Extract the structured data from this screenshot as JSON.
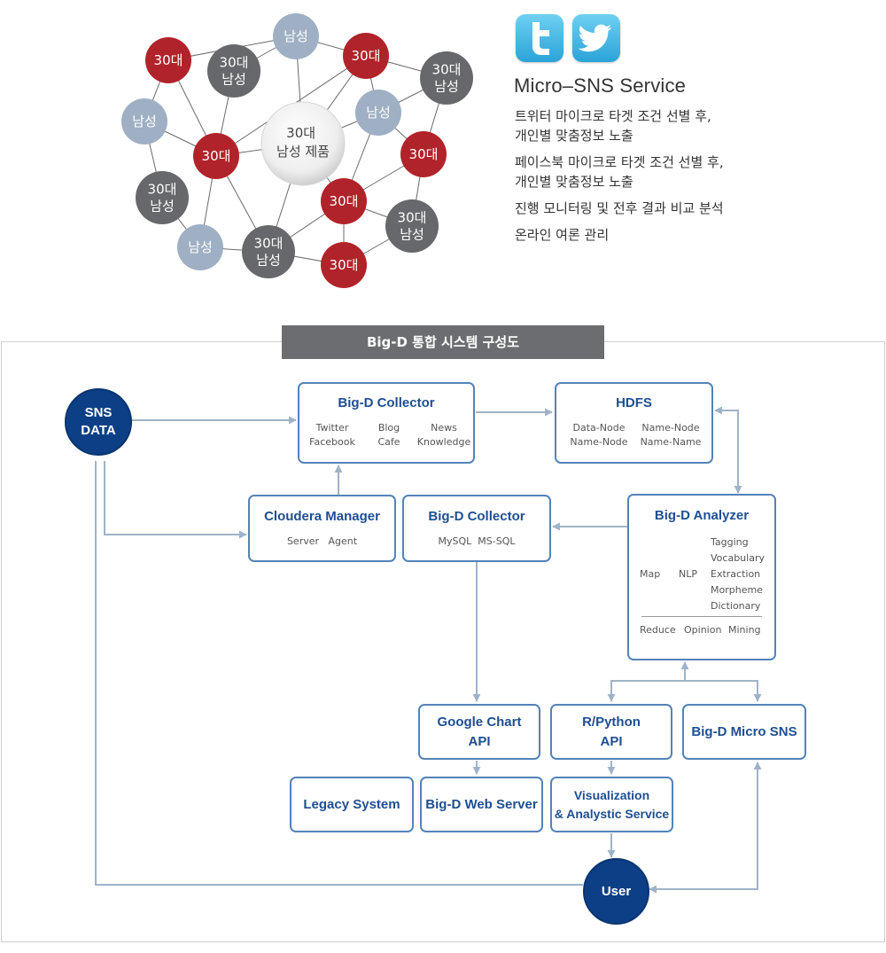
{
  "network": {
    "center_label": "30대\n남성 제품",
    "nodes": [
      {
        "kind": "red",
        "label": "30대"
      },
      {
        "kind": "dark",
        "label": "30대\n남성"
      },
      {
        "kind": "light",
        "label": "남성"
      },
      {
        "kind": "red",
        "label": "30대"
      },
      {
        "kind": "dark",
        "label": "30대\n남성"
      },
      {
        "kind": "light",
        "label": "남성"
      },
      {
        "kind": "light",
        "label": "남성"
      },
      {
        "kind": "red",
        "label": "30대"
      },
      {
        "kind": "red",
        "label": "30대"
      },
      {
        "kind": "dark",
        "label": "30대\n남성"
      },
      {
        "kind": "red",
        "label": "30대"
      },
      {
        "kind": "dark",
        "label": "30대\n남성"
      },
      {
        "kind": "light",
        "label": "남성"
      },
      {
        "kind": "dark",
        "label": "30대\n남성"
      },
      {
        "kind": "red",
        "label": "30대"
      }
    ],
    "colors": {
      "red": "#b1232a",
      "dark": "#66686b",
      "light": "#9fb0c4"
    }
  },
  "sns_service": {
    "icons": [
      "twitter-t-icon",
      "twitter-bird-icon"
    ],
    "title": "Micro–SNS Service",
    "items": [
      "트위터 마이크로 타겟 조건 선별 후,\n개인별 맞춤정보 노출",
      "페이스북 마이크로 타겟 조건 선별 후,\n개인별 맞춤정보 노출",
      "진행 모니터링 및 전후 결과 비교 분석",
      "온라인 여론 관리"
    ]
  },
  "architecture": {
    "banner": "Big-D 통합 시스템 구성도",
    "sns_data": "SNS\nDATA",
    "collector_top": {
      "title": "Big-D Collector",
      "col1": "Twitter\nFacebook",
      "col2": "Blog\nCafe",
      "col3": "News\nKnowledge"
    },
    "hdfs": {
      "title": "HDFS",
      "col1": "Data-Node\nName-Node",
      "col2": "Name-Node\nName-Name"
    },
    "cloudera": {
      "title": "Cloudera Manager",
      "sub": "Server   Agent"
    },
    "collector_db": {
      "title": "Big-D Collector",
      "sub": "MySQL  MS-SQL"
    },
    "analyzer": {
      "title": "Big-D Analyzer",
      "map": "Map",
      "nlp": "NLP",
      "nlp_items": "Tagging\nVocabulary\nExtraction\nMorpheme\nDictionary",
      "reduce": "Reduce",
      "opinion": "Opinion",
      "mining": "Mining"
    },
    "google_chart": "Google Chart\nAPI",
    "r_python": "R/Python\nAPI",
    "micro_sns": "Big-D Micro SNS",
    "legacy": "Legacy System",
    "web_server": "Big-D Web Server",
    "visualization": "Visualization\n& Analystic Service",
    "user": "User",
    "colors": {
      "box_border": "#5383b9",
      "title": "#1f4e91",
      "arrow": "#9fb3c8",
      "circle": "#0d3f87",
      "banner": "#6b6d70"
    }
  }
}
